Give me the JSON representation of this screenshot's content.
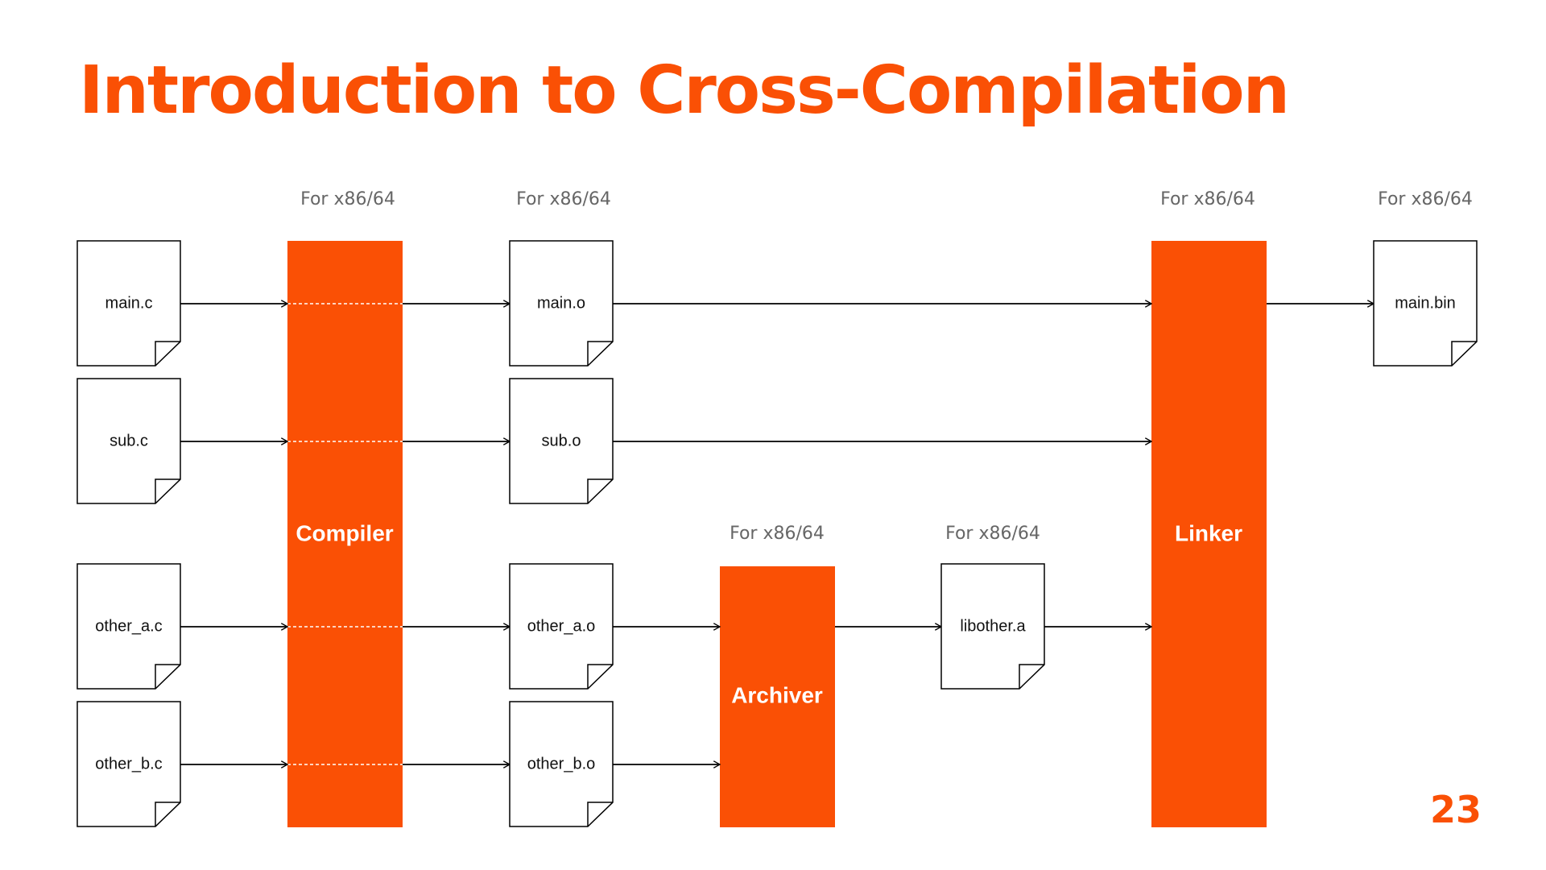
{
  "slide": {
    "title": "Introduction to Cross-Compilation",
    "page_number": "23",
    "accent_color": "#FA5005"
  },
  "processors": [
    {
      "id": "compiler",
      "label": "Compiler",
      "platform": "For x86/64"
    },
    {
      "id": "archiver",
      "label": "Archiver",
      "platform": "For x86/64"
    },
    {
      "id": "linker",
      "label": "Linker",
      "platform": "For x86/64"
    }
  ],
  "files": {
    "sources": [
      "main.c",
      "sub.c",
      "other_a.c",
      "other_b.c"
    ],
    "objects": [
      "main.o",
      "sub.o",
      "other_a.o",
      "other_b.o"
    ],
    "objects_platform": "For x86/64",
    "library": "libother.a",
    "library_platform": "For x86/64",
    "output": "main.bin",
    "output_platform": "For x86/64"
  }
}
